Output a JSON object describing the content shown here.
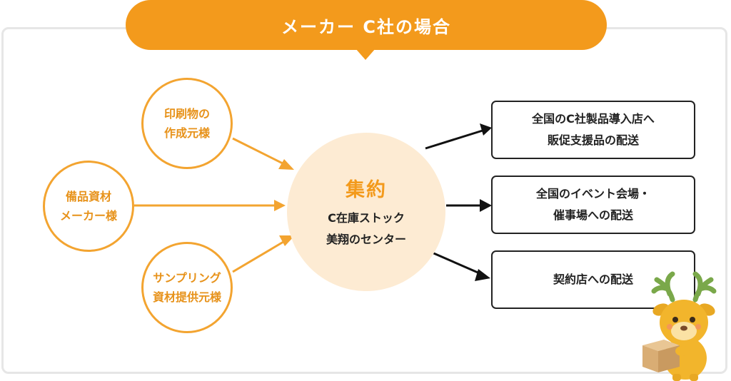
{
  "banner": {
    "title": "メーカー C社の場合"
  },
  "sources": [
    {
      "lines": [
        "印刷物の",
        "作成元様"
      ]
    },
    {
      "lines": [
        "備品資材",
        "メーカー様"
      ]
    },
    {
      "lines": [
        "サンプリング",
        "資材提供元様"
      ]
    }
  ],
  "hub": {
    "title": "集約",
    "lines": [
      "C在庫ストック",
      "美翔のセンター"
    ]
  },
  "destinations": [
    {
      "lines": [
        "全国のC社製品導入店へ",
        "販促支援品の配送"
      ]
    },
    {
      "lines": [
        "全国のイベント会場・",
        "催事場への配送"
      ]
    },
    {
      "lines": [
        "契約店への配送"
      ]
    }
  ],
  "colors": {
    "accent": "#f39a1c",
    "hub_fill": "#fdebd3",
    "arrow_dark": "#111111"
  }
}
